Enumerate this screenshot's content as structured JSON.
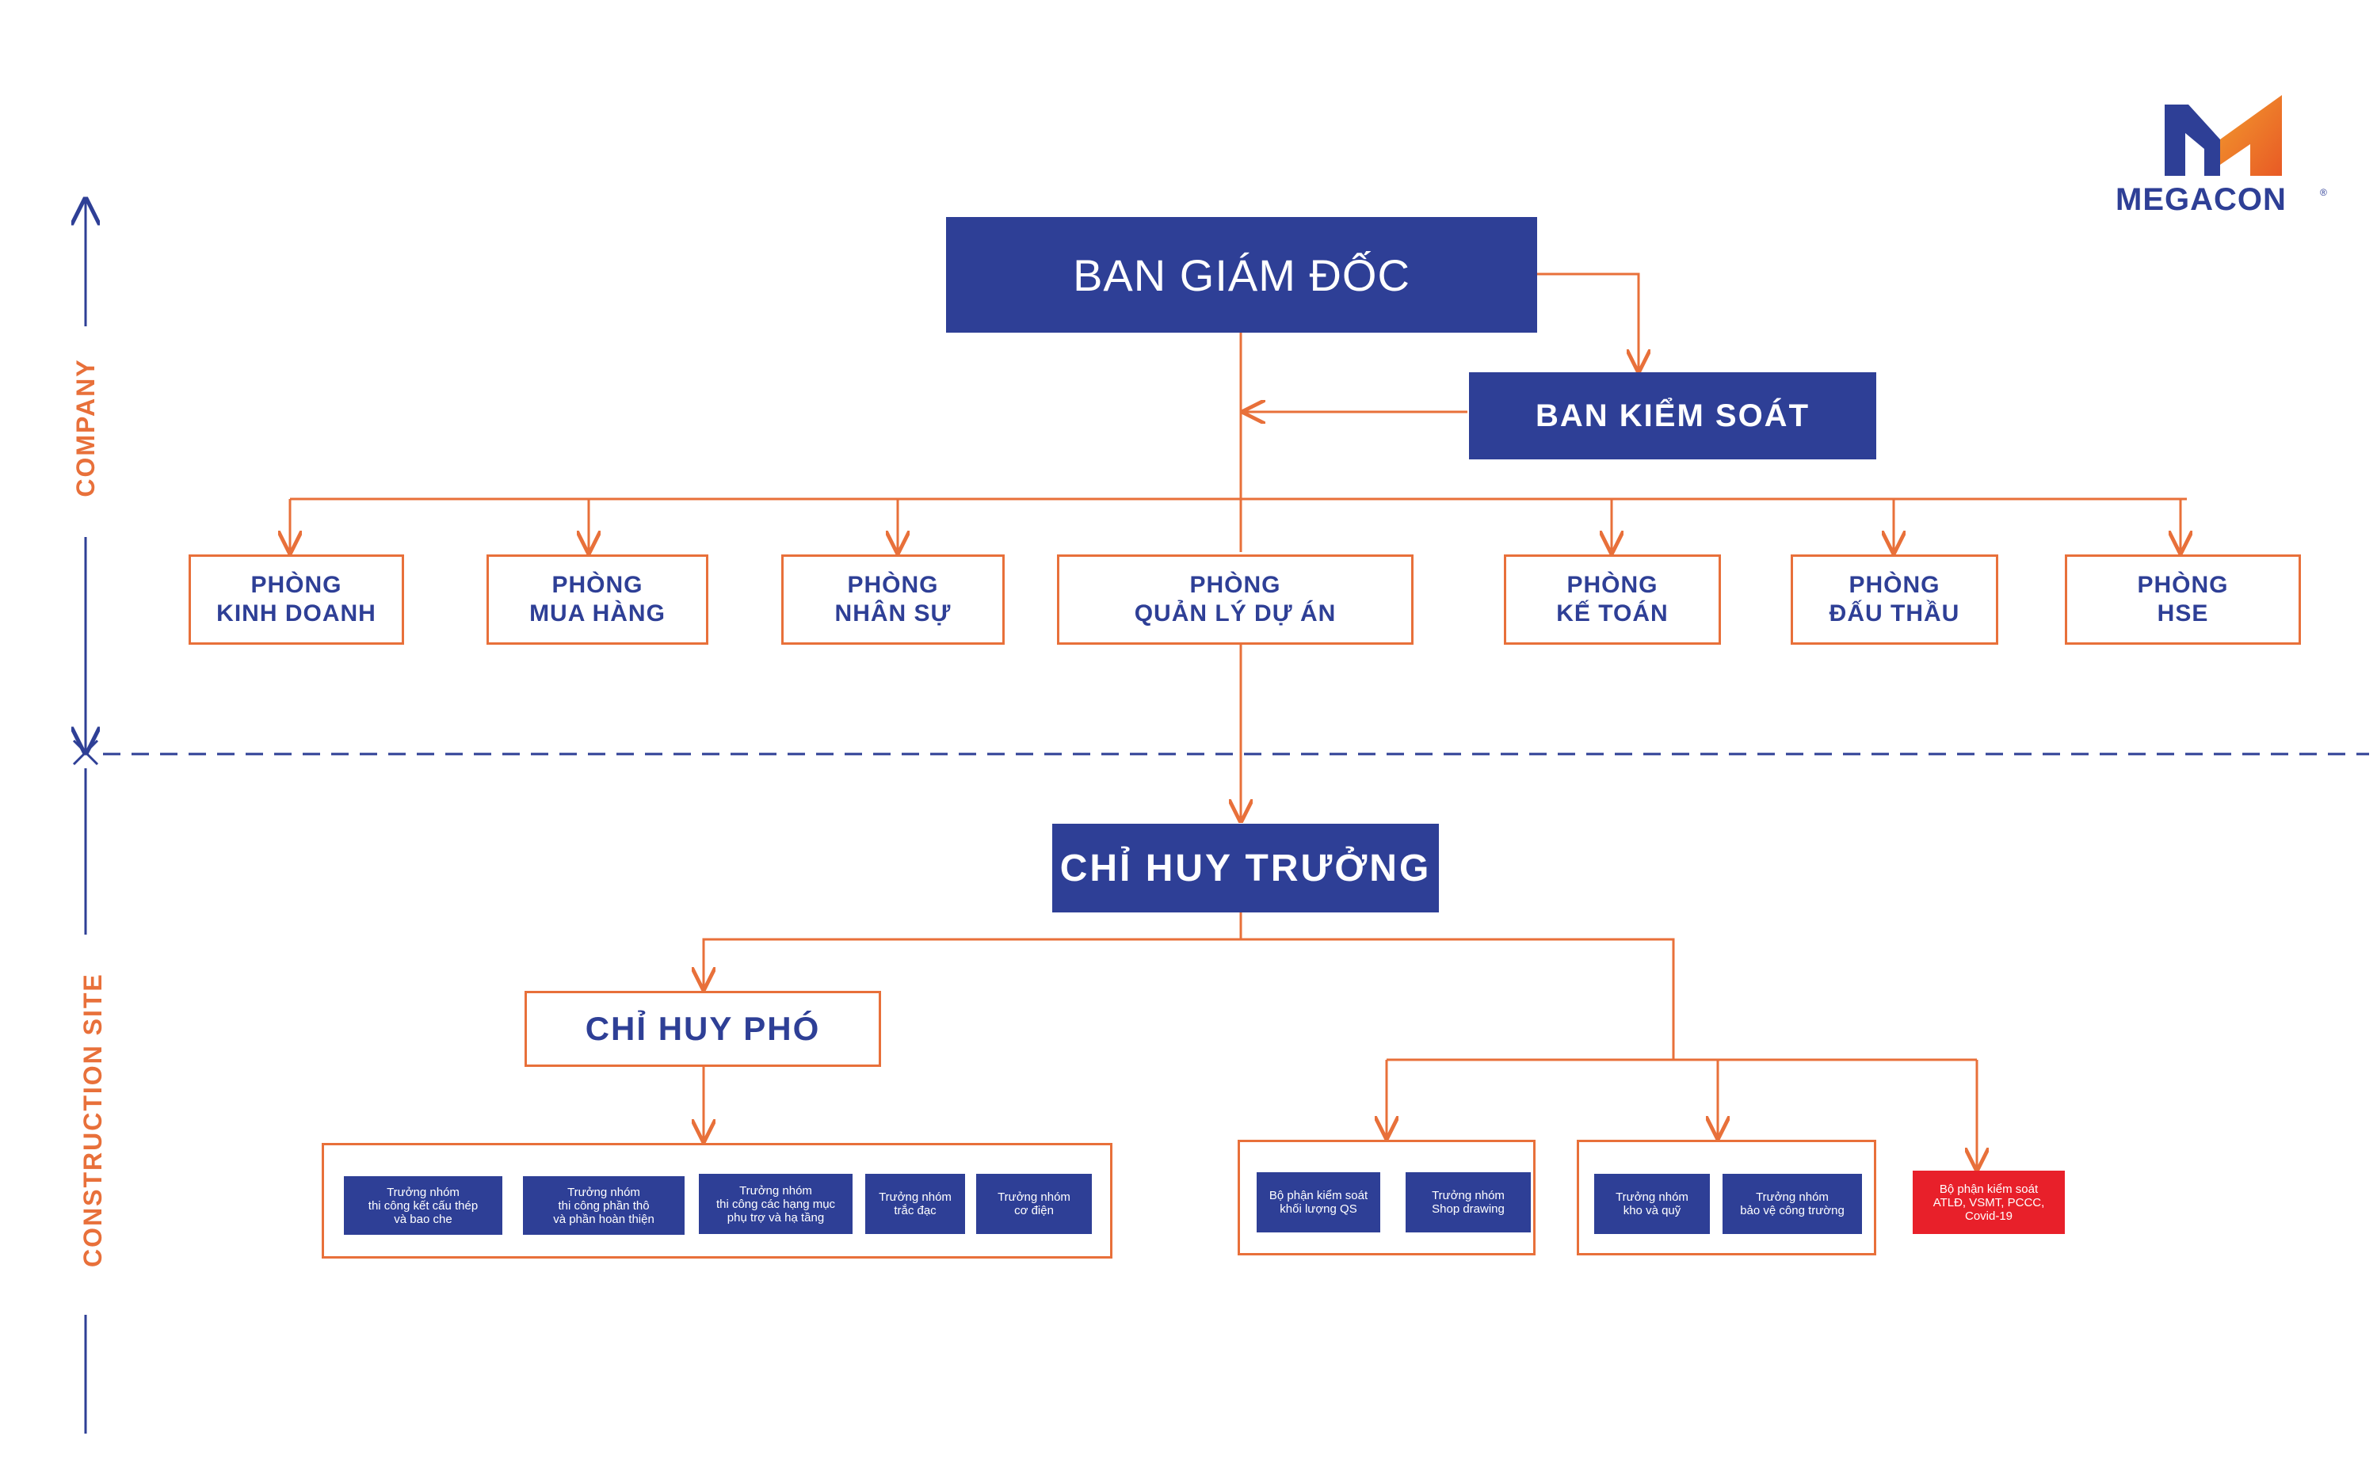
{
  "brand": {
    "logo_text": "MEGACON",
    "navy": "#2e3f96",
    "orange": "#e8703a",
    "red": "#e8202a"
  },
  "sections": {
    "company": "COMPANY",
    "site": "CONSTRUCTION SITE"
  },
  "top": {
    "directors": "BAN GIÁM ĐỐC",
    "control": "BAN KIỂM SOÁT"
  },
  "departments": [
    [
      "PHÒNG",
      "KINH DOANH"
    ],
    [
      "PHÒNG",
      "MUA HÀNG"
    ],
    [
      "PHÒNG",
      "NHÂN SỰ"
    ],
    [
      "PHÒNG",
      "QUẢN LÝ DỰ ÁN"
    ],
    [
      "PHÒNG",
      "KẾ TOÁN"
    ],
    [
      "PHÒNG",
      "ĐẤU THẦU"
    ],
    [
      "PHÒNG",
      "HSE"
    ]
  ],
  "site": {
    "commander": "CHỈ HUY TRƯỞNG",
    "deputy": "CHỈ HUY PHÓ"
  },
  "deputy_teams": [
    [
      "Trưởng nhóm",
      "thi công kết cấu thép",
      "và bao che"
    ],
    [
      "Trưởng nhóm",
      "thi công phần thô",
      "và phần hoàn thiện"
    ],
    [
      "Trưởng nhóm",
      "thi công các hạng mục",
      "phụ trợ và hạ tầng"
    ],
    [
      "Trưởng nhóm",
      "trắc đạc"
    ],
    [
      "Trưởng nhóm",
      "cơ điện"
    ]
  ],
  "group_b": [
    [
      "Bộ phận kiểm soát",
      "khối lượng QS"
    ],
    [
      "Trưởng nhóm",
      "Shop drawing"
    ]
  ],
  "group_c": [
    [
      "Trưởng nhóm",
      "kho và quỹ"
    ],
    [
      "Trưởng nhóm",
      "bảo vệ công trường"
    ]
  ],
  "safety": [
    "Bộ phận kiểm soát",
    "ATLĐ, VSMT, PCCC,",
    "Covid-19"
  ]
}
